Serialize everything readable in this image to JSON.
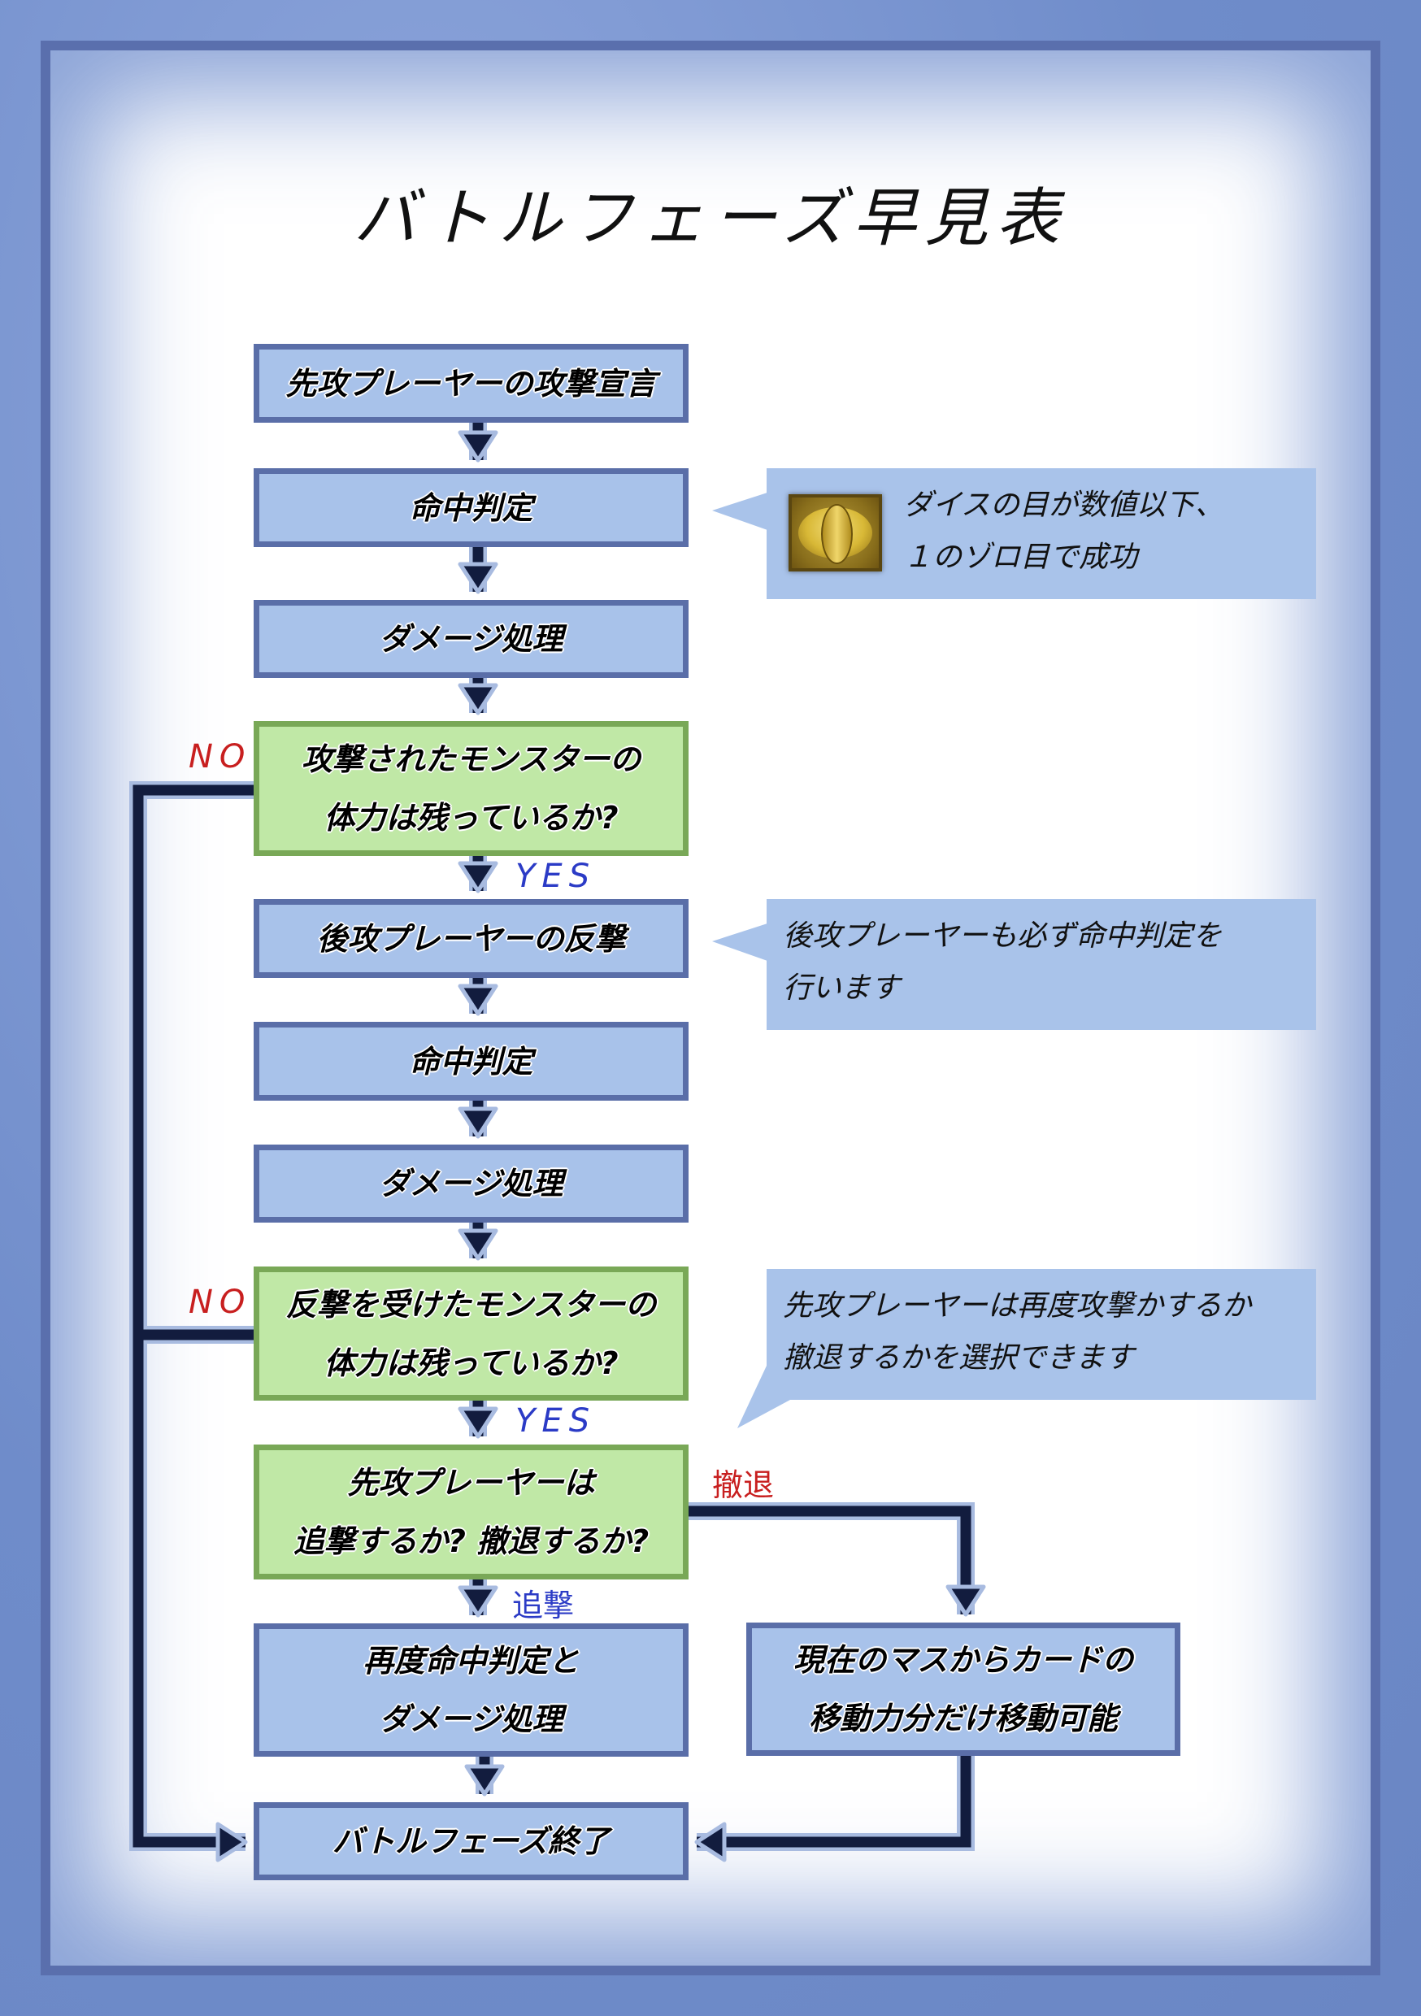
{
  "title": "バトルフェーズ早見表",
  "colors": {
    "process_box_fill": "#a8c2ea",
    "process_box_border": "#5a6ea8",
    "decision_box_fill": "#c0e8a6",
    "decision_box_border": "#79a857",
    "callout_fill": "#a9c3ea",
    "connector": "#121c3e",
    "no_label": "#c81f1f",
    "yes_label": "#2b3bc6"
  },
  "nodes": [
    {
      "id": "attack-declare",
      "type": "process",
      "lines": [
        "先攻プレーヤーの攻撃宣言"
      ]
    },
    {
      "id": "hit-check-1",
      "type": "process",
      "lines": [
        "命中判定"
      ]
    },
    {
      "id": "damage-1",
      "type": "process",
      "lines": [
        "ダメージ処理"
      ]
    },
    {
      "id": "hp-check-1",
      "type": "decision",
      "lines": [
        "攻撃されたモンスターの",
        "体力は残っているか?"
      ]
    },
    {
      "id": "counter-attack",
      "type": "process",
      "lines": [
        "後攻プレーヤーの反撃"
      ]
    },
    {
      "id": "hit-check-2",
      "type": "process",
      "lines": [
        "命中判定"
      ]
    },
    {
      "id": "damage-2",
      "type": "process",
      "lines": [
        "ダメージ処理"
      ]
    },
    {
      "id": "hp-check-2",
      "type": "decision",
      "lines": [
        "反撃を受けたモンスターの",
        "体力は残っているか?"
      ]
    },
    {
      "id": "pursue-or-retreat",
      "type": "decision",
      "lines": [
        "先攻プレーヤーは",
        "追撃するか? 撤退するか?"
      ]
    },
    {
      "id": "re-hit-damage",
      "type": "process",
      "lines": [
        "再度命中判定と",
        "ダメージ処理"
      ]
    },
    {
      "id": "retreat-move",
      "type": "process",
      "lines": [
        "現在のマスからカードの",
        "移動力分だけ移動可能"
      ]
    },
    {
      "id": "battle-end",
      "type": "process",
      "lines": [
        "バトルフェーズ終了"
      ]
    }
  ],
  "edge_labels": {
    "no_1": "NO",
    "yes_1": "YES",
    "no_2": "NO",
    "yes_2": "YES",
    "retreat": "撤退",
    "pursue": "追撃"
  },
  "callouts": [
    {
      "id": "hit-rule",
      "icon": "eye-icon",
      "lines": [
        "ダイスの目が数値以下、",
        "１のゾロ目で成功"
      ]
    },
    {
      "id": "counter-rule",
      "lines": [
        "後攻プレーヤーも必ず命中判定を",
        "行います"
      ]
    },
    {
      "id": "choice-rule",
      "lines": [
        "先攻プレーヤーは再度攻撃かするか",
        "撤退するかを選択できます"
      ]
    }
  ]
}
